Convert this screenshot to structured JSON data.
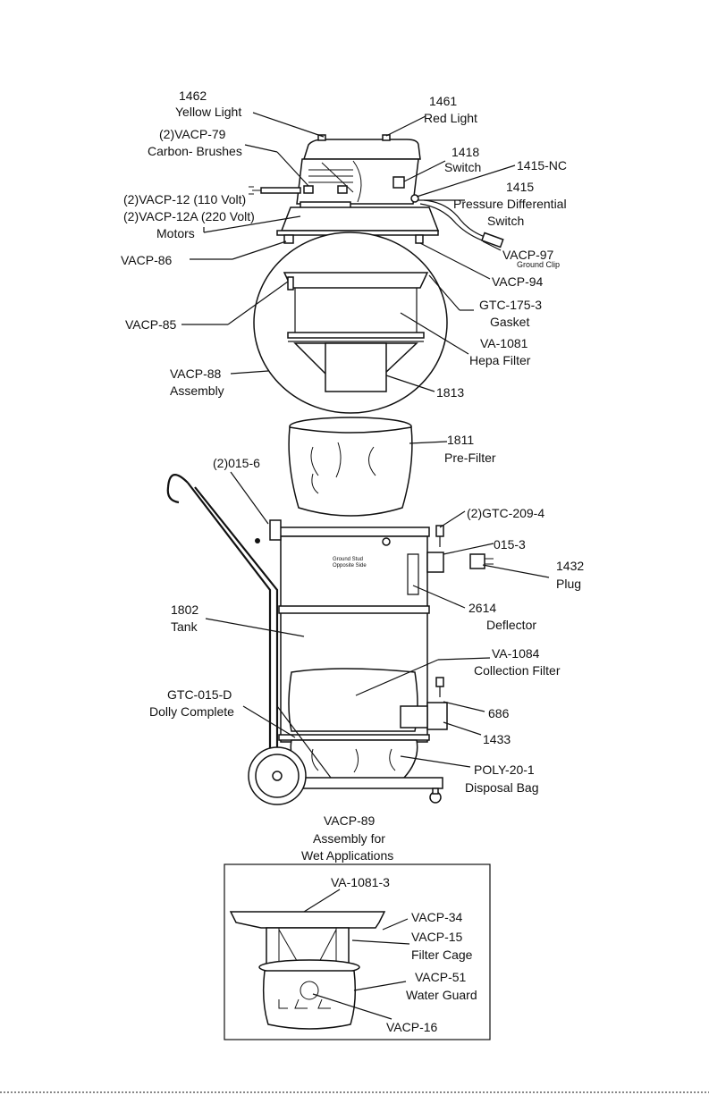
{
  "labels": {
    "l1462": "1462",
    "yellow_light": "Yellow Light",
    "l1461": "1461",
    "red_light": "Red Light",
    "vacp79": "(2)VACP-79",
    "carbon_brushes": "Carbon- Brushes",
    "l1418": "1418",
    "switch": "Switch",
    "l1415nc": "1415-NC",
    "l1415": "1415",
    "pressure_diff": "Pressure Differential",
    "switch2": "Switch",
    "vacp12": "(2)VACP-12   (110 Volt)",
    "vacp12a": "(2)VACP-12A (220 Volt)",
    "motors": "Motors",
    "vacp97": "VACP-97",
    "ground_clip": "Ground Clip",
    "vacp86": "VACP-86",
    "vacp94": "VACP-94",
    "gtc175": "GTC-175-3",
    "gasket": "Gasket",
    "vacp85": "VACP-85",
    "va1081": "VA-1081",
    "hepa": "Hepa Filter",
    "vacp88": "VACP-88",
    "assembly": "Assembly",
    "l1813": "1813",
    "l1811": "1811",
    "prefilter": "Pre-Filter",
    "o156": "(2)015-6",
    "gtc209": "(2)GTC-209-4",
    "o153": "015-3",
    "ground_stud": "Ground Stud",
    "opposite_side": "Opposite Side",
    "l1432": "1432",
    "plug": "Plug",
    "l1802": "1802",
    "tank": "Tank",
    "l2614": "2614",
    "deflector": "Deflector",
    "va1084": "VA-1084",
    "collection_filter": "Collection Filter",
    "gtc015d": "GTC-015-D",
    "dolly": "Dolly Complete",
    "l686": "686",
    "l1433": "1433",
    "poly20": "POLY-20-1",
    "disposal_bag": "Disposal Bag",
    "vacp89": "VACP-89",
    "assembly_for": "Assembly for",
    "wet_app": "Wet Applications",
    "va10813": "VA-1081-3",
    "vacp34": "VACP-34",
    "vacp15": "VACP-15",
    "filter_cage": "Filter Cage",
    "vacp51": "VACP-51",
    "water_guard": "Water Guard",
    "vacp16": "VACP-16"
  }
}
